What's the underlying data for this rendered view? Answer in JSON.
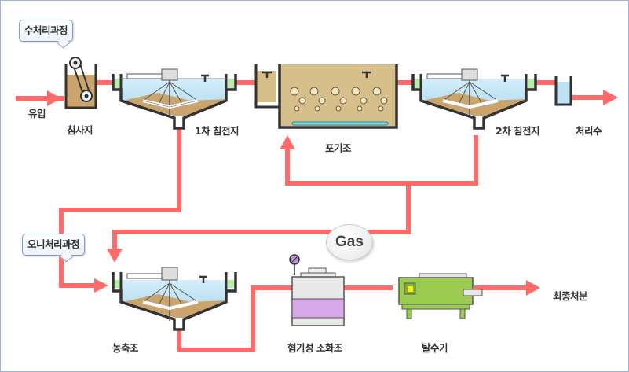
{
  "diagram": {
    "colors": {
      "flow": "#ff6b6b",
      "water": "#bfe3f5",
      "sludge": "#c9a46c",
      "aeration": "#d7bf8c",
      "dewatering": "#9ccc4f",
      "digester_band": "#d7a9e8",
      "bubble_border": "#7e9bcd"
    },
    "bubbles": {
      "water_process": "수처리과정",
      "sludge_process": "오니처리과정"
    },
    "gas_label": "Gas",
    "labels": {
      "inflow": "유입",
      "grit_chamber": "침사지",
      "primary_clarifier": "1차 침전지",
      "aeration_tank": "포기조",
      "secondary_clarifier": "2차 침전지",
      "treated_water": "처리수",
      "thickener": "농축조",
      "anaerobic_digester": "혐기성 소화조",
      "dewatering_machine": "탈수기",
      "final_disposal": "최종처분"
    }
  }
}
